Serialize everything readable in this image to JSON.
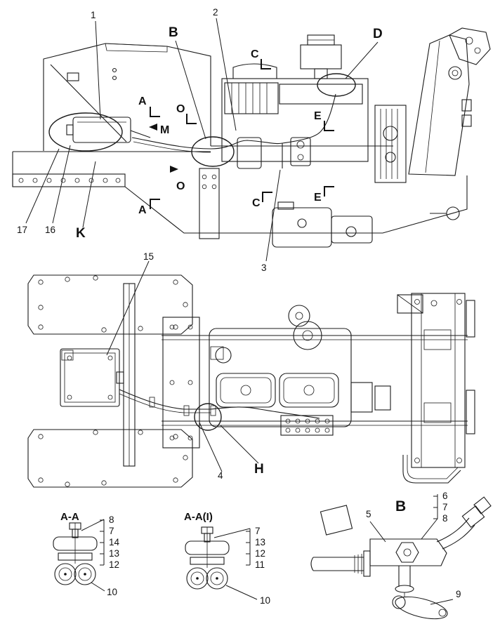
{
  "figure": {
    "bg_color": "#ffffff",
    "line_color": "#1a1a1a"
  },
  "side_view": {
    "callout_1": "1",
    "callout_2": "2",
    "callout_3": "3",
    "callout_16": "16",
    "callout_17": "17",
    "section_b": "B",
    "section_d": "D",
    "section_k": "K",
    "section_m": "M",
    "section_a_top": "A",
    "section_a_bottom": "A",
    "section_c_top": "C",
    "section_c_bottom": "C",
    "section_e_top": "E",
    "section_e_bottom": "E",
    "section_o_top": "O",
    "section_o_bottom": "O"
  },
  "plan_view": {
    "callout_15": "15",
    "callout_4": "4",
    "section_h": "H"
  },
  "detail_aa": {
    "title": "A-A",
    "stack_items": [
      "8",
      "7",
      "14",
      "13",
      "12"
    ],
    "bottom_item": "10"
  },
  "detail_aai": {
    "title": "A-A(I)",
    "stack_items": [
      "7",
      "13",
      "12",
      "11"
    ],
    "bottom_item": "10"
  },
  "detail_b": {
    "title": "B",
    "stack_items": [
      "6",
      "7",
      "8"
    ],
    "callout_5": "5",
    "callout_9": "9"
  }
}
